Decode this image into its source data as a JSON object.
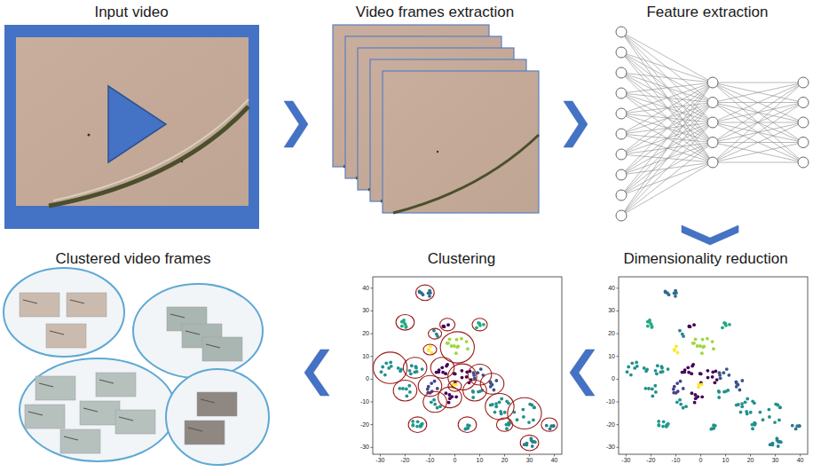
{
  "diagram": {
    "nodes": [
      {
        "text": [
          "Input video"
        ]
      },
      {
        "text": [
          "Video frames extraction"
        ]
      },
      {
        "text": [
          "Feature extraction"
        ]
      },
      {
        "text": [
          "Dimensionality reduction"
        ]
      },
      {
        "text": [
          "Clustering"
        ]
      },
      {
        "text": [
          "Clustered video frames"
        ]
      }
    ],
    "edges": [
      {
        "from": 0,
        "to": 1,
        "arrow": "to"
      },
      {
        "from": 1,
        "to": 2,
        "arrow": "to"
      },
      {
        "from": 2,
        "to": 3,
        "arrow": "to"
      },
      {
        "from": 3,
        "to": 4,
        "arrow": "to"
      },
      {
        "from": 4,
        "to": 5,
        "arrow": "to"
      }
    ],
    "labels": [
      "40",
      "30",
      "20",
      "10",
      "0",
      "-10",
      "-20",
      "-30",
      "-30",
      "-20",
      "-10",
      "0",
      "10",
      "20",
      "30",
      "40",
      "40",
      "30",
      "20",
      "10",
      "0",
      "-10",
      "-20",
      "-30",
      "-30",
      "-20",
      "-10",
      "0",
      "10",
      "20",
      "30",
      "40"
    ]
  }
}
